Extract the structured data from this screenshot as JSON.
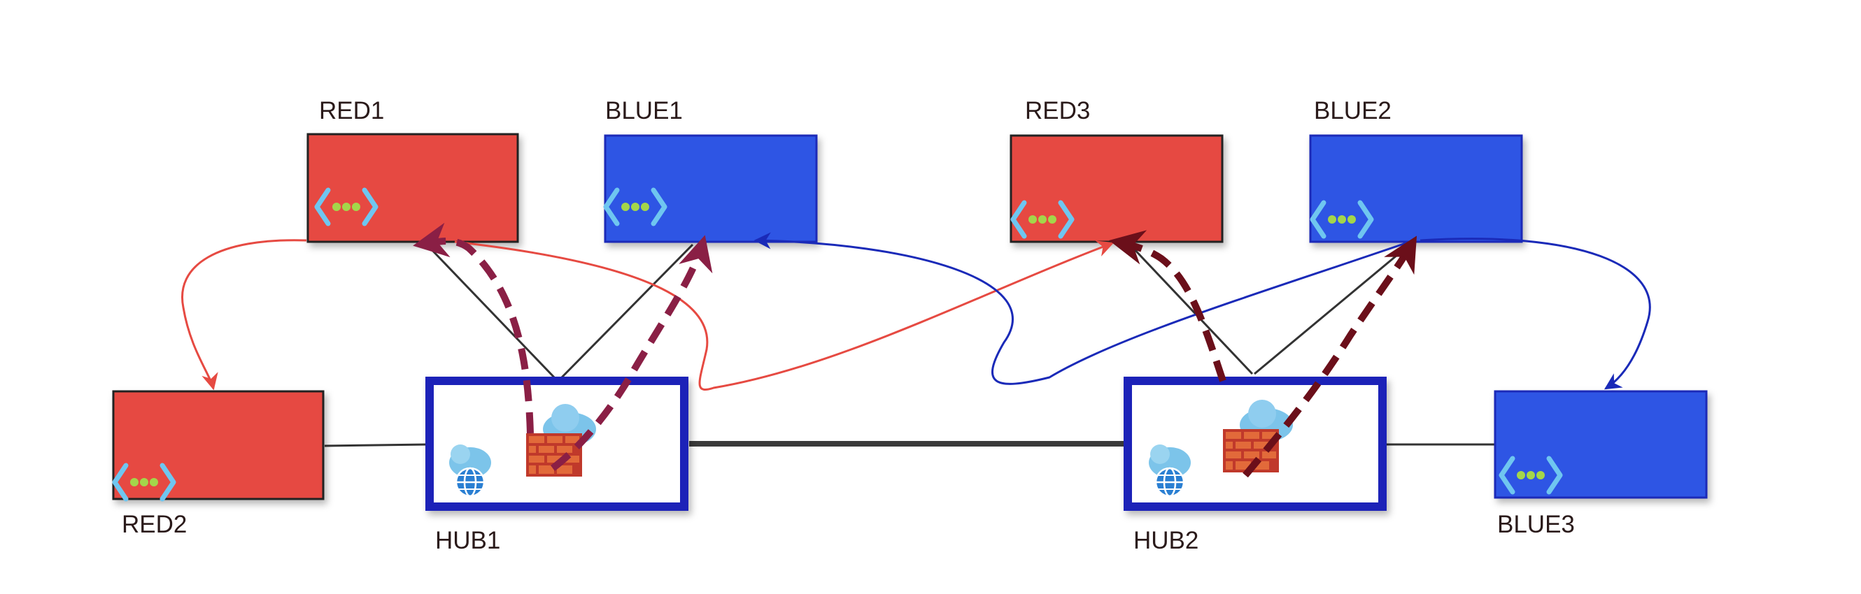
{
  "nodes": [
    {
      "id": "red1",
      "label": "RED1",
      "kind": "vnet",
      "color": "#e64a42"
    },
    {
      "id": "blue1",
      "label": "BLUE1",
      "kind": "vnet",
      "color": "#2f55e4"
    },
    {
      "id": "red3",
      "label": "RED3",
      "kind": "vnet",
      "color": "#e64a42"
    },
    {
      "id": "blue2",
      "label": "BLUE2",
      "kind": "vnet",
      "color": "#2f55e4"
    },
    {
      "id": "red2",
      "label": "RED2",
      "kind": "vnet",
      "color": "#e64a42"
    },
    {
      "id": "blue3",
      "label": "BLUE3",
      "kind": "vnet",
      "color": "#2f55e4"
    },
    {
      "id": "hub1",
      "label": "HUB1",
      "kind": "hub",
      "color": "#1a22b8"
    },
    {
      "id": "hub2",
      "label": "HUB2",
      "kind": "hub",
      "color": "#1a22b8"
    }
  ],
  "icons": {
    "vnet": "vnet-icon",
    "firewall": "firewall-icon",
    "virtual_wan": "virtual-wan-hub-icon"
  },
  "edge_colors": {
    "peering": "#333333",
    "hub_link": "#333333",
    "red_route": "#e64a42",
    "blue_route": "#1a2ab8",
    "firewall_route_hub1": "#8a1f45",
    "firewall_route_hub2": "#6b0f1a"
  },
  "edges": [
    {
      "from": "red2",
      "to": "hub1",
      "type": "peering"
    },
    {
      "from": "hub1",
      "to": "red1",
      "type": "peering"
    },
    {
      "from": "hub1",
      "to": "blue1",
      "type": "peering"
    },
    {
      "from": "hub1",
      "to": "hub2",
      "type": "hub_link"
    },
    {
      "from": "hub2",
      "to": "red3",
      "type": "peering"
    },
    {
      "from": "hub2",
      "to": "blue2",
      "type": "peering"
    },
    {
      "from": "hub2",
      "to": "blue3",
      "type": "peering"
    },
    {
      "from": "red1",
      "to": "red2",
      "type": "red_route"
    },
    {
      "from": "red1",
      "to": "red3",
      "type": "red_route"
    },
    {
      "from": "blue2",
      "to": "blue1",
      "type": "blue_route"
    },
    {
      "from": "blue2",
      "to": "blue3",
      "type": "blue_route"
    },
    {
      "from": "hub1",
      "to": "red1",
      "type": "firewall_route_hub1"
    },
    {
      "from": "hub1",
      "to": "blue1",
      "type": "firewall_route_hub1"
    },
    {
      "from": "hub2",
      "to": "red3",
      "type": "firewall_route_hub2"
    },
    {
      "from": "hub2",
      "to": "blue2",
      "type": "firewall_route_hub2"
    }
  ]
}
